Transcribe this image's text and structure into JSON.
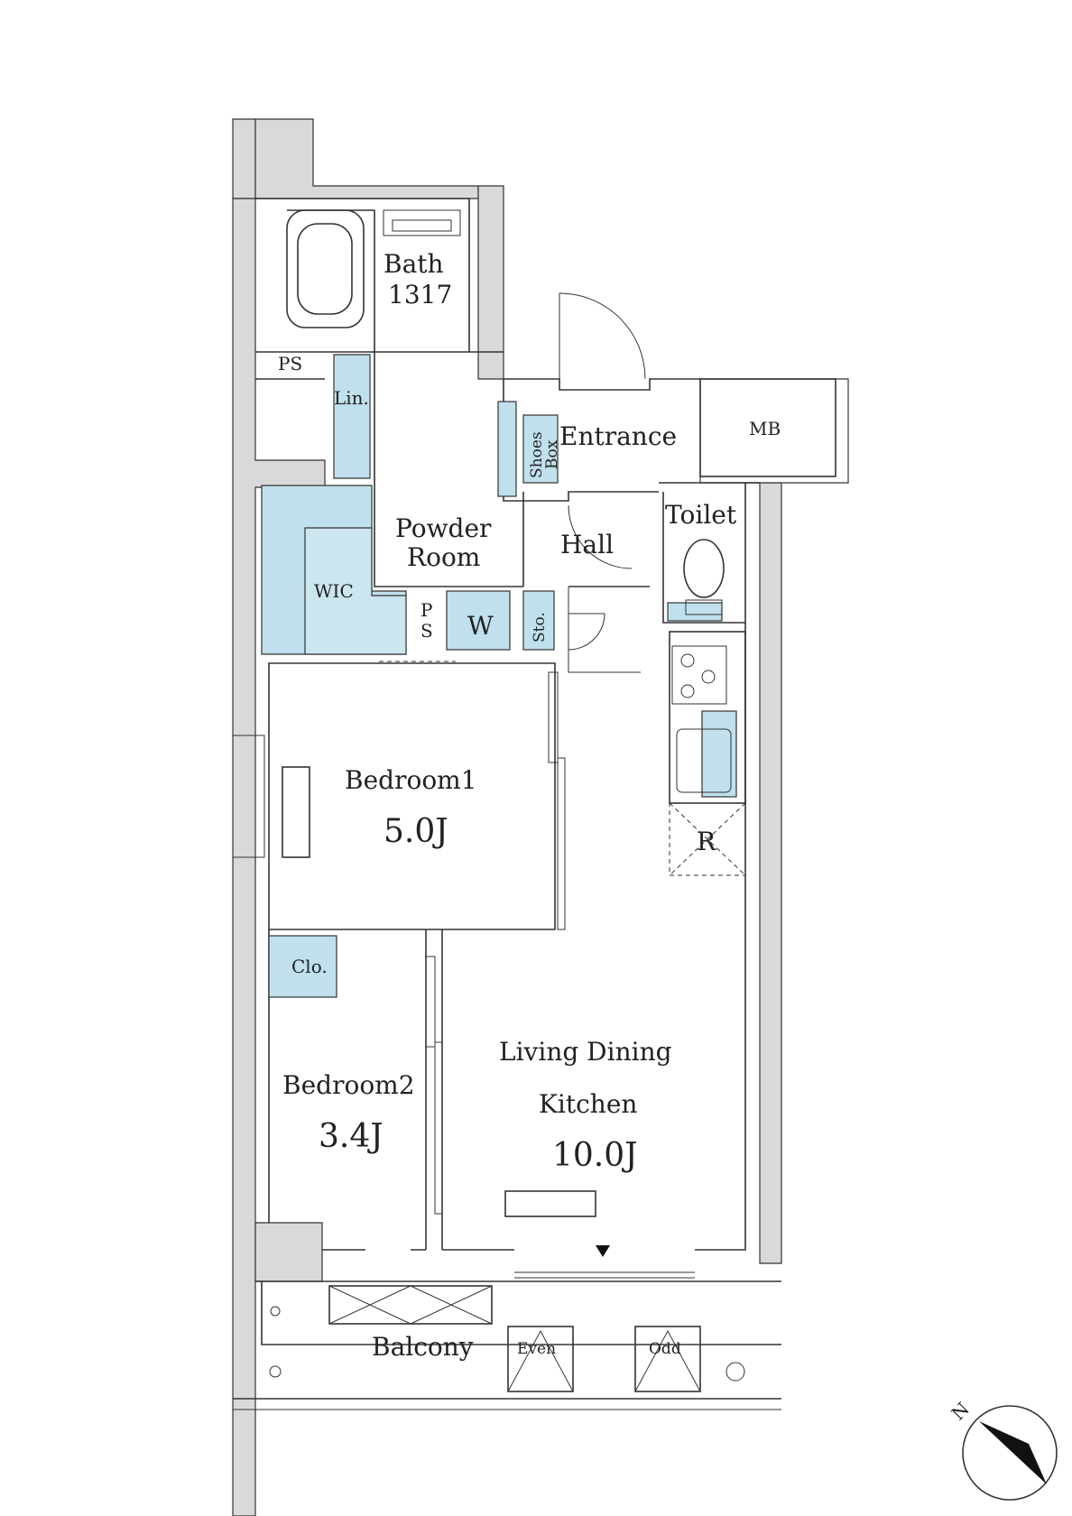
{
  "rooms": {
    "bath": {
      "label": "Bath",
      "size": "1317"
    },
    "ps_top": "PS",
    "linen": "Lin.",
    "shoes_box_1": "Shoes",
    "shoes_box_2": "Box",
    "entrance": "Entrance",
    "mb": "MB",
    "toilet": "Toilet",
    "hall": "Hall",
    "powder_room_1": "Powder",
    "powder_room_2": "Room",
    "wic": "WIC",
    "ps_mid_1": "P",
    "ps_mid_2": "S",
    "washer": "W",
    "storage": "Sto.",
    "refrigerator": "R",
    "bedroom1": {
      "label": "Bedroom1",
      "area": "5.0J"
    },
    "closet": "Clo.",
    "bedroom2": {
      "label": "Bedroom2",
      "area": "3.4J"
    },
    "ldk": {
      "label_1": "Living Dining",
      "label_2": "Kitchen",
      "area": "10.0J"
    },
    "balcony": "Balcony",
    "even": "Even",
    "odd": "Odd"
  },
  "compass": {
    "label": "N"
  },
  "colors": {
    "storage_fill": "#bfe0ec",
    "wall_fill": "#d9d9d9"
  }
}
